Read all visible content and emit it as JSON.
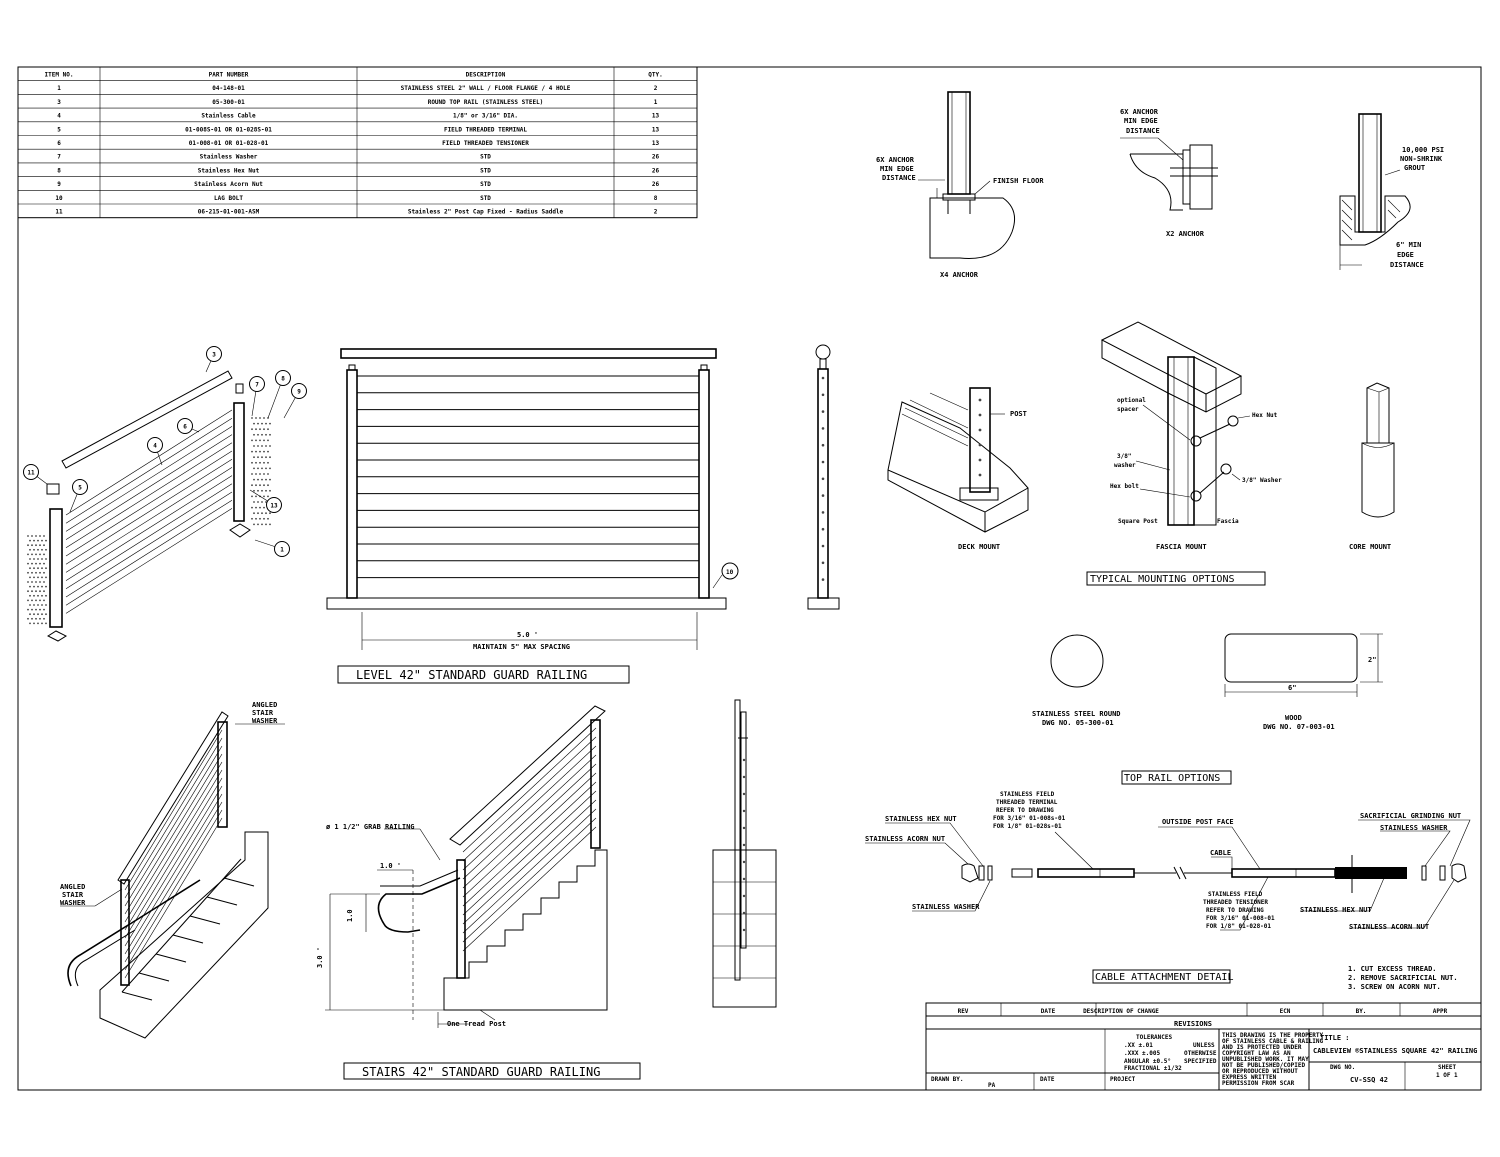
{
  "bom": {
    "headers": [
      "ITEM NO.",
      "PART NUMBER",
      "DESCRIPTION",
      "QTY."
    ],
    "rows": [
      [
        "1",
        "04-148-01",
        "STAINLESS STEEL 2\" WALL / FLOOR FLANGE / 4 HOLE",
        "2"
      ],
      [
        "3",
        "05-300-01",
        "ROUND TOP RAIL (STAINLESS STEEL)",
        "1"
      ],
      [
        "4",
        "Stainless Cable",
        "1/8\" or 3/16\" DIA.",
        "13"
      ],
      [
        "5",
        "01-008S-01 OR 01-028S-01",
        "FIELD THREADED TERMINAL",
        "13"
      ],
      [
        "6",
        "01-008-01 OR 01-028-01",
        "FIELD THREADED TENSIONER",
        "13"
      ],
      [
        "7",
        "Stainless Washer",
        "STD",
        "26"
      ],
      [
        "8",
        "Stainless Hex Nut",
        "STD",
        "26"
      ],
      [
        "9",
        "Stainless Acorn Nut",
        "STD",
        "26"
      ],
      [
        "10",
        "LAG BOLT",
        "STD",
        "8"
      ],
      [
        "11",
        "06-215-01-001-ASM",
        "Stainless 2\" Post Cap Fixed - Radius Saddle",
        "2"
      ]
    ]
  },
  "anchors": {
    "x4_label": "X4 ANCHOR",
    "x4_edge": [
      "6X ANCHOR",
      "MIN EDGE",
      "DISTANCE"
    ],
    "finish_floor": "FINISH FLOOR",
    "x2_label": "X2 ANCHOR",
    "x2_edge": [
      "6X ANCHOR",
      "MIN EDGE",
      "DISTANCE"
    ],
    "grout": [
      "10,000 PSI",
      "NON-SHRINK",
      "GROUT"
    ],
    "core_edge": [
      "6\" MIN",
      "EDGE",
      "DISTANCE"
    ]
  },
  "exploded": {
    "balloons": [
      "3",
      "7",
      "8",
      "9",
      "6",
      "4",
      "5",
      "11",
      "13",
      "1"
    ]
  },
  "level": {
    "dimension": "5.0 '",
    "spacing_note": "MAINTAIN 5\" MAX SPACING",
    "balloon": "10",
    "title": "LEVEL 42\" STANDARD GUARD RAILING"
  },
  "mounting": {
    "post_label": "POST",
    "deck_mount": "DECK MOUNT",
    "fascia_mount": "FASCIA MOUNT",
    "core_mount": "CORE MOUNT",
    "fascia_labels": {
      "optional_spacer": [
        "optional",
        "spacer"
      ],
      "washer_38": [
        "3/8\"",
        "washer"
      ],
      "hex_bolt": "Hex bolt",
      "square_post": "Square Post",
      "fascia": "Fascia",
      "hex_nut": "Hex Nut",
      "washer_38_right": "3/8\" Washer"
    },
    "title": "TYPICAL MOUNTING OPTIONS"
  },
  "top_rail": {
    "round_label": "STAINLESS STEEL ROUND",
    "round_dwg": "DWG NO. 05-300-01",
    "wood_label": "WOOD",
    "wood_dwg": "DWG NO. 07-003-01",
    "wood_w": "6\"",
    "wood_h": "2\"",
    "title": "TOP RAIL OPTIONS"
  },
  "stairs": {
    "angled_washer_top": [
      "ANGLED",
      "STAIR",
      "WASHER"
    ],
    "angled_washer_left": [
      "ANGLED",
      "STAIR",
      "WASHER"
    ],
    "grab_rail": "ø 1 1/2\" GRAB RAILING",
    "dim_10_top": "1.0 '",
    "dim_10_side": "1.0",
    "dim_30": "3.0 '",
    "one_tread": "One Tread Post",
    "title": "STAIRS 42\" STANDARD GUARD RAILING"
  },
  "cable_detail": {
    "hex_nut_left": "STAINLESS HEX NUT",
    "acorn_left": "STAINLESS ACORN NUT",
    "washer_left": "STAINLESS WASHER",
    "terminal": [
      "STAINLESS FIELD",
      "THREADED TERMINAL",
      "REFER TO DRAWING",
      "FOR 3/16\" 01-008s-01",
      "FOR 1/8\" 01-028s-01"
    ],
    "outside_post": "OUTSIDE POST FACE",
    "cable": "CABLE",
    "tensioner": [
      "STAINLESS FIELD",
      "THREADED TENSIONER",
      "REFER TO DRAWING",
      "FOR 3/16\" 01-008-01",
      "FOR 1/8\" 01-028-01"
    ],
    "grinding_nut": "SACRIFICIAL GRINDING NUT",
    "washer_right": "STAINLESS WASHER",
    "hex_nut_right": "STAINLESS HEX NUT",
    "acorn_right": "STAINLESS ACORN NUT",
    "title": "CABLE ATTACHMENT DETAIL",
    "notes": [
      "1.  CUT EXCESS THREAD.",
      "2.  REMOVE SACRIFICIAL NUT.",
      "3.  SCREW ON ACORN NUT."
    ]
  },
  "title_block": {
    "rev_headers": [
      "REV",
      "DATE",
      "DESCRIPTION OF CHANGE",
      "ECN",
      "BY.",
      "APPR"
    ],
    "revisions": "REVISIONS",
    "tolerances": [
      "TOLERANCES",
      ".XX  ±.01",
      ".XXX ±.005",
      "ANGULAR  ±0.5°",
      "FRACTIONAL  ±1/32"
    ],
    "unless": [
      "UNLESS",
      "OTHERWISE",
      "SPECIFIED"
    ],
    "property": [
      "THIS DRAWING IS THE PROPERTY",
      "OF STAINLESS CABLE & RAILING",
      "AND IS PROTECTED UNDER",
      "COPYRIGHT LAW AS AN",
      "UNPUBLISHED WORK. IT MAY",
      "NOT BE PUBLISHED/COPIED",
      "OR REPRODUCED WITHOUT",
      "EXPRESS WRITTEN",
      "PERMISSION FROM SCAR"
    ],
    "title_label": "TITLE :",
    "title_text": "CABLEVIEW  ®STAINLESS SQUARE 42\" RAILING",
    "drawn_by": "DRAWN BY.",
    "drawn_by_value": "PA",
    "date": "DATE",
    "project": "PROJECT",
    "dwg_no_label": "DWG NO.",
    "dwg_no": "CV-SSQ 42",
    "sheet_label": "SHEET",
    "sheet": "1 OF 1"
  }
}
